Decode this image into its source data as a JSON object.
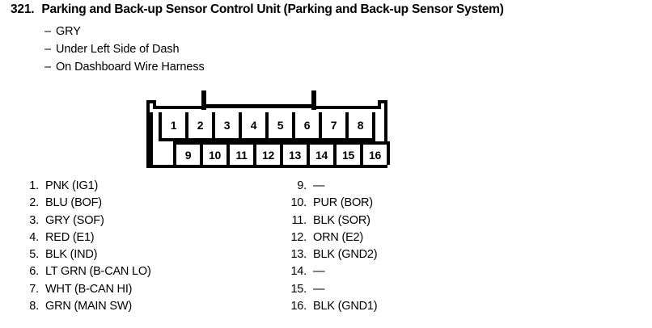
{
  "header": {
    "number": "321.",
    "title": "Parking and Back-up Sensor Control Unit (Parking and Back-up Sensor System)"
  },
  "subinfo": {
    "dash": "–",
    "lines": [
      "GRY",
      "Under Left Side of Dash",
      "On Dashboard Wire Harness"
    ]
  },
  "connector": {
    "top_row_pins": [
      "1",
      "2",
      "3",
      "4",
      "5",
      "6",
      "7",
      "8"
    ],
    "bottom_row_pins": [
      "9",
      "10",
      "11",
      "12",
      "13",
      "14",
      "15",
      "16"
    ]
  },
  "pinout": {
    "left_column": [
      {
        "num": "1.",
        "label": "PNK (IG1)"
      },
      {
        "num": "2.",
        "label": "BLU (BOF)"
      },
      {
        "num": "3.",
        "label": "GRY (SOF)"
      },
      {
        "num": "4.",
        "label": "RED (E1)"
      },
      {
        "num": "5.",
        "label": "BLK (IND)"
      },
      {
        "num": "6.",
        "label": "LT GRN (B-CAN LO)"
      },
      {
        "num": "7.",
        "label": "WHT (B-CAN HI)"
      },
      {
        "num": "8.",
        "label": "GRN (MAIN SW)"
      }
    ],
    "right_column": [
      {
        "num": "9.",
        "label": "—"
      },
      {
        "num": "10.",
        "label": "PUR (BOR)"
      },
      {
        "num": "11.",
        "label": "BLK (SOR)"
      },
      {
        "num": "12.",
        "label": "ORN (E2)"
      },
      {
        "num": "13.",
        "label": "BLK (GND2)"
      },
      {
        "num": "14.",
        "label": "—"
      },
      {
        "num": "15.",
        "label": "—"
      },
      {
        "num": "16.",
        "label": "BLK (GND1)"
      }
    ]
  },
  "colors": {
    "ink": "#000000",
    "page": "#ffffff"
  }
}
